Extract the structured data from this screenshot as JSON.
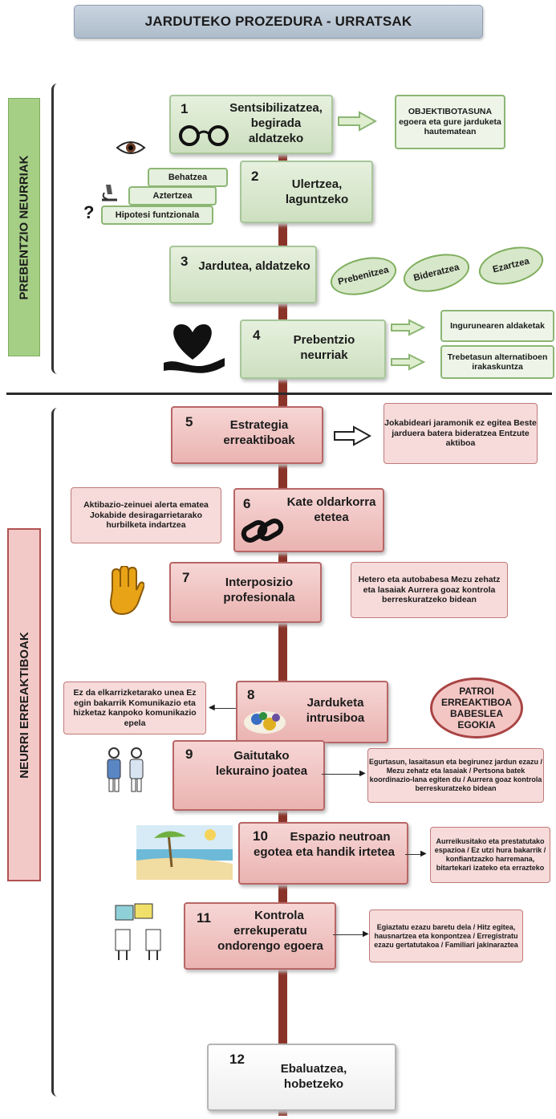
{
  "title": "JARDUTEKO PROZEDURA - URRATSAK",
  "colors": {
    "green_bar": "#a6cf86",
    "red_bar": "#f3c9c8",
    "spine": "#8a3328"
  },
  "sections": {
    "prevention": "PREBENTZIO NEURRIAK",
    "reactive": "NEURRI ERREAKTIBOAK"
  },
  "steps": [
    {
      "num": "1",
      "label": "Sentsibilizatzea, begirada aldatzeko",
      "icon": "glasses-icon"
    },
    {
      "num": "2",
      "label": "Ulertzea, laguntzeko"
    },
    {
      "num": "3",
      "label": "Jardutea, aldatzeko"
    },
    {
      "num": "4",
      "label": "Prebentzio neurriak",
      "icon": "heart-hand-icon"
    },
    {
      "num": "5",
      "label": "Estrategia erreaktiboak"
    },
    {
      "num": "6",
      "label": "Kate oldarkorra etetea",
      "icon": "chain-icon"
    },
    {
      "num": "7",
      "label": "Interposizio profesionala",
      "icon": "stop-hand-icon"
    },
    {
      "num": "8",
      "label": "Jarduketa intrusiboa",
      "icon": "fight-icon"
    },
    {
      "num": "9",
      "label": "Gaitutako lekuraino joatea",
      "icon": "people-icon"
    },
    {
      "num": "10",
      "label": "Espazio neutroan egotea eta handik irtetea",
      "icon": "beach-icon"
    },
    {
      "num": "11",
      "label": "Kontrola errekuperatu ondorengo egoera",
      "icon": "chat-icon"
    },
    {
      "num": "12",
      "label": "Ebaluatzea, hobetzeko"
    }
  ],
  "notes": {
    "objektibotasuna_title": "OBJEKTIBOTASUNA",
    "objektibotasuna_body": "egoera eta gure jarduketa hautematean",
    "behatzea": "Behatzea",
    "aztertzea": "Aztertzea",
    "hipotesi": "Hipotesi funtzionala",
    "prebenitzea": "Prebenitzea",
    "bideratzea": "Bideratzea",
    "ezartzea": "Ezartzea",
    "ingurunea": "Ingurunearen aldaketak",
    "trebetasun": "Trebetasun alternatiboen irakaskuntza",
    "n5": "Jokabideari jaramonik ez egitea Beste jarduera batera bideratzea Entzute aktiboa",
    "n6": "Aktibazio-zeinuei alerta ematea Jokabide desiragarrietarako hurbilketa indartzea",
    "n7": "Hetero eta autobabesa Mezu zehatz eta lasaiak Aurrera goaz kontrola berreskuratzeko bidean",
    "n8": "Ez da elkarrizketarako unea Ez egin bakarrik Komunikazio eta hizketaz kanpoko komunikazio epela",
    "patroi": "PATROI ERREAKTIBOA BABESLEA EGOKIA",
    "n9": "Egurtasun, lasaitasun eta begirunez jardun ezazu / Mezu zehatz eta lasaiak / Pertsona batek koordinazio-lana egiten du / Aurrera goaz kontrola berreskuratzeko bidean",
    "n10": "Aurreikusitako eta prestatutako espazioa / Ez utzi hura bakarrik / konfiantzazko harremana, bitartekari izateko eta errazteko",
    "n11": "Egiaztatu ezazu baretu dela / Hitz egitea, hausnartzea eta konpontzea / Erregistratu ezazu gertatutakoa / Familiari jakinaraztea"
  }
}
